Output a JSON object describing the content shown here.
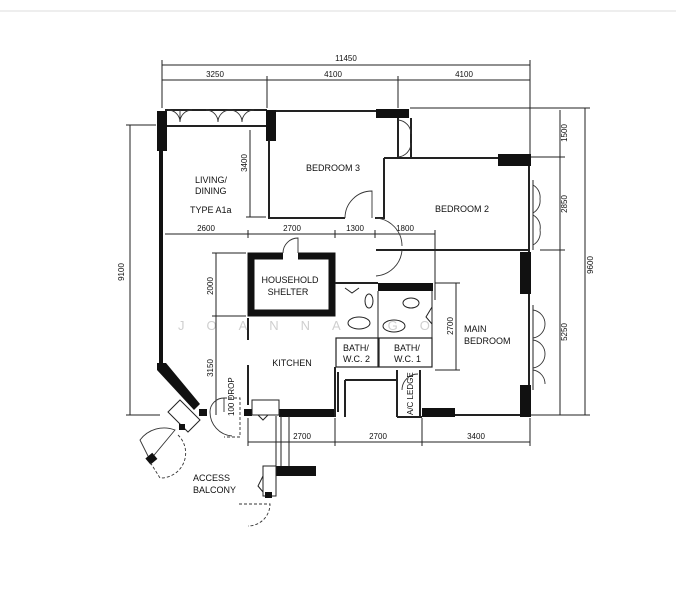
{
  "plan": {
    "type_label": "TYPE A1a",
    "watermark": "JOANNA GO",
    "rooms": {
      "living_dining_1": "LIVING/",
      "living_dining_2": "DINING",
      "bedroom3": "BEDROOM 3",
      "bedroom2": "BEDROOM 2",
      "shelter_1": "HOUSEHOLD",
      "shelter_2": "SHELTER",
      "kitchen": "KITCHEN",
      "bath2_1": "BATH/",
      "bath2_2": "W.C. 2",
      "bath1_1": "BATH/",
      "bath1_2": "W.C. 1",
      "main_bedroom_1": "MAIN",
      "main_bedroom_2": "BEDROOM",
      "ac_ledge": "A/C LEDGE",
      "drop": "100 DROP",
      "balcony_1": "ACCESS",
      "balcony_2": "BALCONY"
    },
    "dimensions": {
      "overall_width": "11450",
      "top": [
        "3250",
        "4100",
        "4100"
      ],
      "middle": [
        "2600",
        "2700",
        "1300",
        "1800"
      ],
      "bottom": [
        "2700",
        "2700",
        "3400"
      ],
      "left_overall": "9100",
      "right_overall": "9600",
      "right": [
        "1500",
        "2850",
        "5250"
      ],
      "bedroom3_depth": "3400",
      "shelter_depth": "2000",
      "kitchen_depth": "3150",
      "bath_depth": "2700"
    }
  }
}
